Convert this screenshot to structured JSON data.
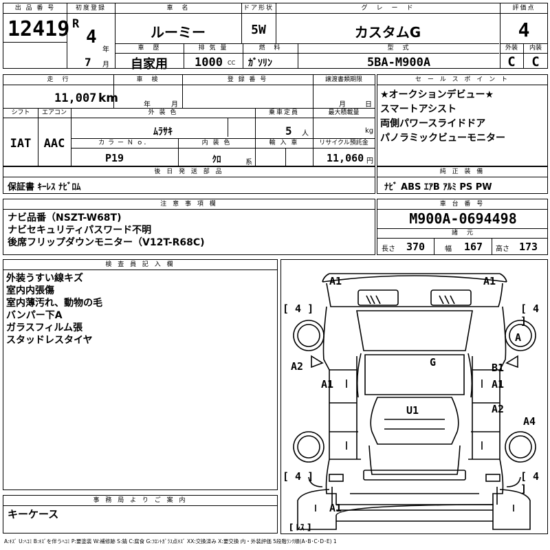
{
  "header_row": {
    "lot_no_label": "出 品 番 号",
    "lot_no": "12419",
    "first_reg_label": "初度登録",
    "era": "R",
    "year": "4",
    "year_unit": "年",
    "month": "7",
    "month_unit": "月",
    "car_name_label": "車　名",
    "car_name": "ルーミー",
    "door_label": "ドア形状",
    "door": "5W",
    "grade_label": "グ　レ　ー　ド",
    "grade": "カスタムG",
    "score_label": "評価点",
    "score": "4",
    "history_label": "車　歴",
    "history": "自家用",
    "displacement_label": "排 気 量",
    "displacement": "1000",
    "displacement_unit": "CC",
    "fuel_label": "燃　料",
    "fuel": "ｶﾞｿﾘﾝ",
    "model_label": "型　式",
    "model": "5BA-M900A",
    "exterior_grade_label": "外装",
    "exterior_grade": "C",
    "interior_grade_label": "内装",
    "interior_grade": "C"
  },
  "row2": {
    "mileage_label": "走　行",
    "mileage": "11,007",
    "mileage_unit": "km",
    "inspection_label": "車　検",
    "inspection_year_unit": "年",
    "inspection_month_unit": "月",
    "reg_no_label": "登 録 番 号",
    "transfer_label": "譲渡書類期限",
    "transfer_month_unit": "月",
    "transfer_day_unit": "日",
    "shift_label": "シフト",
    "shift": "IAT",
    "ac_label": "エアコン",
    "ac": "AAC",
    "ext_color_label": "外 装 色",
    "ext_color": "ﾑﾗｻｷ",
    "capacity_label": "乗車定員",
    "capacity": "5",
    "capacity_unit": "人",
    "max_load_label": "最大積載量",
    "max_load_unit": "kg",
    "color_no_label": "カ ラ ー Ｎ ｏ．",
    "color_no": "P19",
    "int_color_label": "内 装 色",
    "int_color": "ｸﾛ",
    "int_color_unit": "系",
    "import_label": "輸 入 車",
    "recycle_label": "リサイクル預託金",
    "recycle": "11,060",
    "recycle_unit": "円"
  },
  "sales_points": {
    "label": "セ ー ル ス ポ イ ン ト",
    "items": [
      "★オークションデビュー★",
      "スマートアシスト",
      "両側パワースライドドア",
      "パノラミックビューモニター"
    ]
  },
  "later_parts": {
    "label": "後 日 発 送 部 品",
    "text": "保証書 ｷｰﾚｽ ﾅﾋﾞﾛﾑ"
  },
  "equipment": {
    "label": "純 正 装 備",
    "text": "ﾅﾋﾞ ABS ｴｱB ｱﾙﾐ PS PW"
  },
  "notes": {
    "label": "注 意 事 項 欄",
    "items": [
      "ナビ品番（NSZT-W68T)",
      "ナビセキュリティパスワード不明",
      "後席フリップダウンモニター（V12T-R68C)"
    ]
  },
  "chassis": {
    "label": "車 台 番 号",
    "number": "M900A-0694498",
    "spec_label": "諸　元",
    "length_label": "長さ",
    "length": "370",
    "width_label": "幅",
    "width": "167",
    "height_label": "高さ",
    "height": "173"
  },
  "inspector": {
    "label": "検 査 員 記 入 欄",
    "items": [
      "外装うすい線キズ",
      "室内内張傷",
      "室内薄汚れ、動物の毛",
      "バンパー下A",
      "ガラスフィルム張",
      "スタッドレスタイヤ"
    ]
  },
  "diagram": {
    "front_left": "A1",
    "front_right": "A1",
    "tire_fl": "[ 4 ]",
    "tire_fr": "[ 4 ]",
    "fender_right": "A",
    "left_panel": "A2",
    "roof": "G",
    "left_door_front": "A1",
    "right_door_front": "B1",
    "right_door_front2": "A1",
    "floor": "U1",
    "right_door_rear": "A2",
    "right_quarter": "A4",
    "tire_rl": "[ 4 ]",
    "tire_rr": "[ 4 ]",
    "rear_bumper": "A1",
    "spare": "[ ﾚｽ ]"
  },
  "office": {
    "label": "事 務 局 よ り ご 案 内",
    "text": "キーケース"
  },
  "legend": "A:ｷｽﾞ U:ﾍｺﾐ B:ｷｽﾞを伴うﾍｺﾐ P:要塗装 W:補修跡 S:錆 C:腐食 G:ﾌﾛﾝﾄｶﾞﾗｽ点ｷｽﾞ XX:交換済み X:要交換 内・外装評価 5段階ﾗﾝｸ順(A･B･C･D･E) 1"
}
